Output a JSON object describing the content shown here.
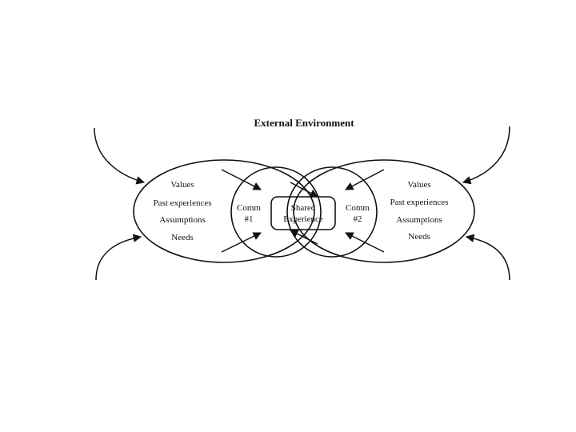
{
  "title": "External Environment",
  "left_person": {
    "items": [
      "Values",
      "Past experiences",
      "Assumptions",
      "Needs"
    ]
  },
  "right_person": {
    "items": [
      "Values",
      "Past experiences",
      "Assumptions",
      "Needs"
    ]
  },
  "comm_left": {
    "line1": "Comm",
    "line2": "#1"
  },
  "comm_right": {
    "line1": "Comm",
    "line2": "#2"
  },
  "shared": {
    "line1": "Shared",
    "line2": "Experience"
  },
  "colors": {
    "stroke": "#111111",
    "background": "#ffffff"
  }
}
